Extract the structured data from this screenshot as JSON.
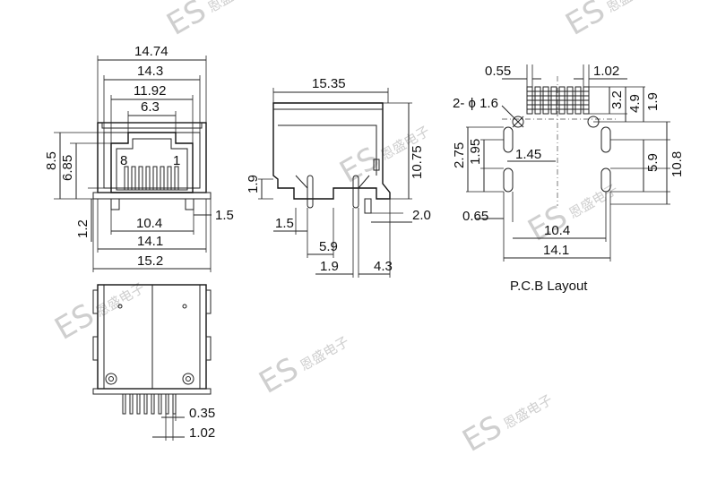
{
  "front_view": {
    "dims": {
      "w_1474": "14.74",
      "w_143": "14.3",
      "w_1192": "11.92",
      "w_63": "6.3",
      "h_85": "8.5",
      "h_685": "6.85",
      "h_12": "1.2",
      "w_104": "10.4",
      "w_15": "1.5",
      "w_141": "14.1",
      "w_152": "15.2"
    },
    "pin_labels": {
      "left": "8",
      "right": "1"
    }
  },
  "side_view": {
    "dims": {
      "w_1535": "15.35",
      "h_1075": "10.75",
      "h_19": "1.9",
      "w_15": "1.5",
      "w_59": "5.9",
      "w_19": "1.9",
      "w_43": "4.3",
      "w_20": "2.0"
    }
  },
  "pcb": {
    "dims": {
      "w_055": "0.55",
      "w_102": "1.02",
      "h_32": "3.2",
      "h_49": "4.9",
      "h_19": "1.9",
      "hole": "2- ϕ 1.6",
      "h_275": "2.75",
      "h_195": "1.95",
      "w_145": "1.45",
      "h_59": "5.9",
      "h_108": "10.8",
      "w_065": "0.65",
      "w_104": "10.4",
      "w_141": "14.1"
    },
    "title": "P.C.B Layout"
  },
  "bottom_view": {
    "dims": {
      "w_035": "0.35",
      "w_102": "1.02"
    }
  },
  "watermark": {
    "text": "ES",
    "chinese": "恩盛电子"
  }
}
